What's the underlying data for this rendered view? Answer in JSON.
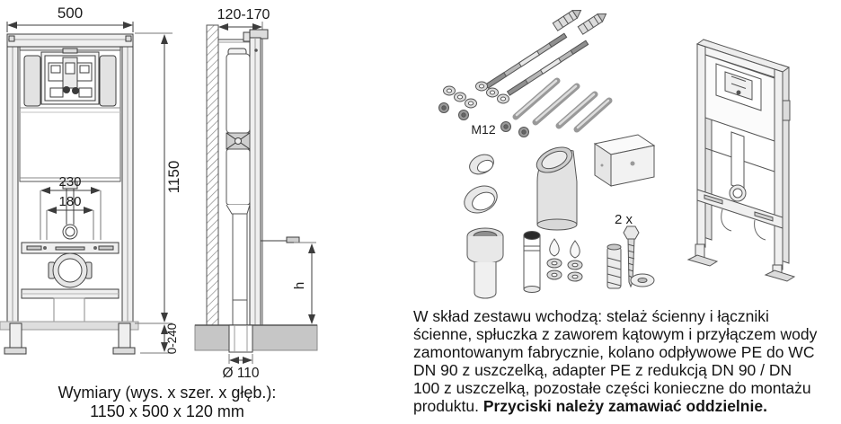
{
  "front_view": {
    "width_dim": "500",
    "height_dim": "1150",
    "mount_width_dim": "230",
    "mount_inner_dim": "180",
    "foot_adjust_dim": "0-240"
  },
  "side_view": {
    "depth_dim": "120-170",
    "install_height_dim": "h",
    "drain_diameter_dim": "Ø 110"
  },
  "caption": {
    "line1": "Wymiary (wys. x szer. x głęb.):",
    "line2": "1150 x 500 x 120 mm"
  },
  "parts": {
    "nut_size_label": "M12",
    "screw_qty_label": "2 x"
  },
  "description": {
    "lines": [
      "W skład zestawu wchodzą: stelaż ścienny i łączniki",
      "ścienne, spłuczka z zaworem kątowym i przyłączem wody",
      "zamontowanym fabrycznie, kolano odpływowe PE do WC",
      "DN 90 z uszczelką, adapter PE z redukcją DN 90 / DN",
      "100 z uszczelką, pozostałe części konieczne do montażu"
    ],
    "last_line_normal": "produktu. ",
    "last_line_bold": "Przyciski należy zamawiać oddzielnie."
  },
  "colors": {
    "line": "#3c3c3c",
    "fill_light": "#efefef",
    "fill_mid": "#d8d8d8",
    "metal": "#a9a9a9",
    "floor": "#c6c6c6",
    "text": "#1c1c1c",
    "background": "#ffffff"
  }
}
